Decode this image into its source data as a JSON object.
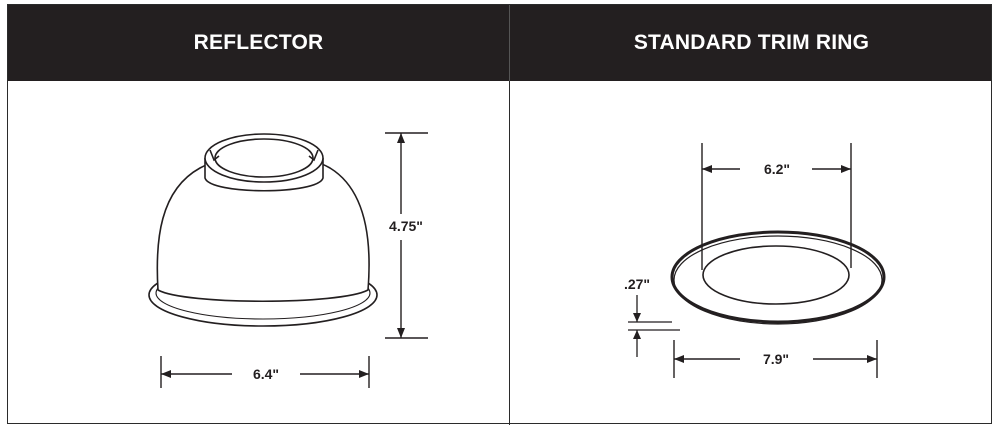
{
  "headers": {
    "left": "REFLECTOR",
    "right": "STANDARD TRIM RING"
  },
  "reflector": {
    "height_label": "4.75\"",
    "width_label": "6.4\""
  },
  "trim_ring": {
    "inner_label": "6.2\"",
    "thickness_label": ".27\"",
    "outer_label": "7.9\""
  }
}
